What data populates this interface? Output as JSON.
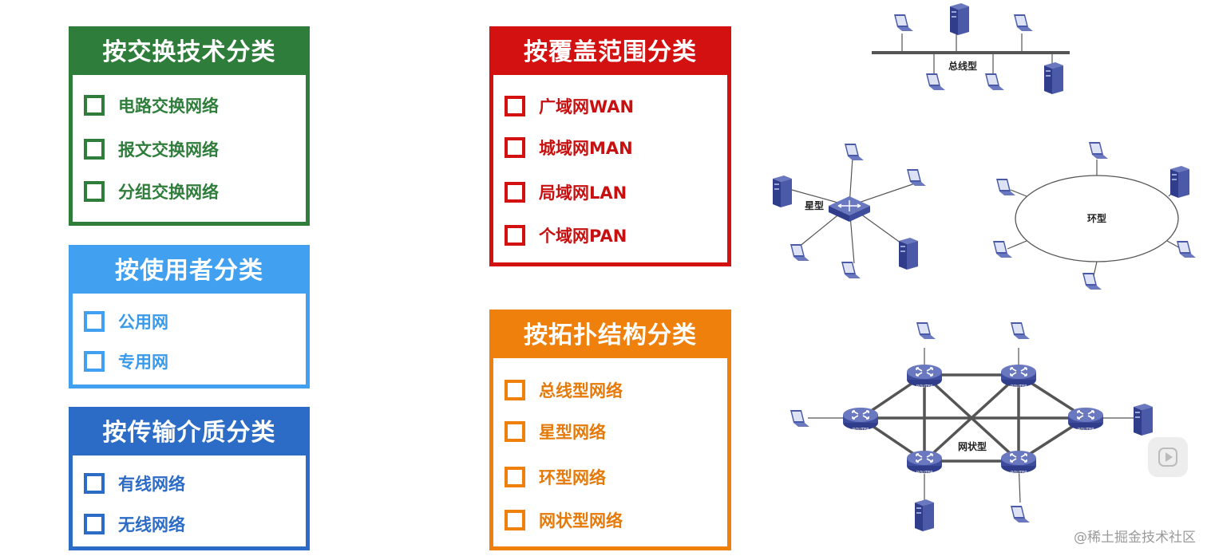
{
  "panels": {
    "switching": {
      "title": "按交换技术分类",
      "items": [
        "电路交换网络",
        "报文交换网络",
        "分组交换网络"
      ]
    },
    "users": {
      "title": "按使用者分类",
      "items": [
        "公用网",
        "专用网"
      ]
    },
    "medium": {
      "title": "按传输介质分类",
      "items": [
        "有线网络",
        "无线网络"
      ]
    },
    "coverage": {
      "title": "按覆盖范围分类",
      "items": [
        "广域网WAN",
        "城域网MAN",
        "局域网LAN",
        "个域网PAN"
      ]
    },
    "topology": {
      "title": "按拓扑结构分类",
      "items": [
        "总线型网络",
        "星型网络",
        "环型网络",
        "网状型网络"
      ]
    }
  },
  "topology_labels": {
    "bus": "总线型",
    "star": "星型",
    "ring": "环型",
    "mesh": "网状型",
    "router": "ROUTER"
  },
  "watermark": "@稀土掘金技术社区",
  "colors": {
    "green": "#2e7d3a",
    "light_blue": "#42a0f0",
    "dark_blue": "#2d6cc6",
    "red": "#d41111",
    "orange": "#f0800c",
    "device": "#4a5aa8"
  },
  "icons": [
    "checkbox-icon",
    "laptop-icon",
    "server-icon",
    "switch-icon",
    "router-icon",
    "play-icon"
  ]
}
